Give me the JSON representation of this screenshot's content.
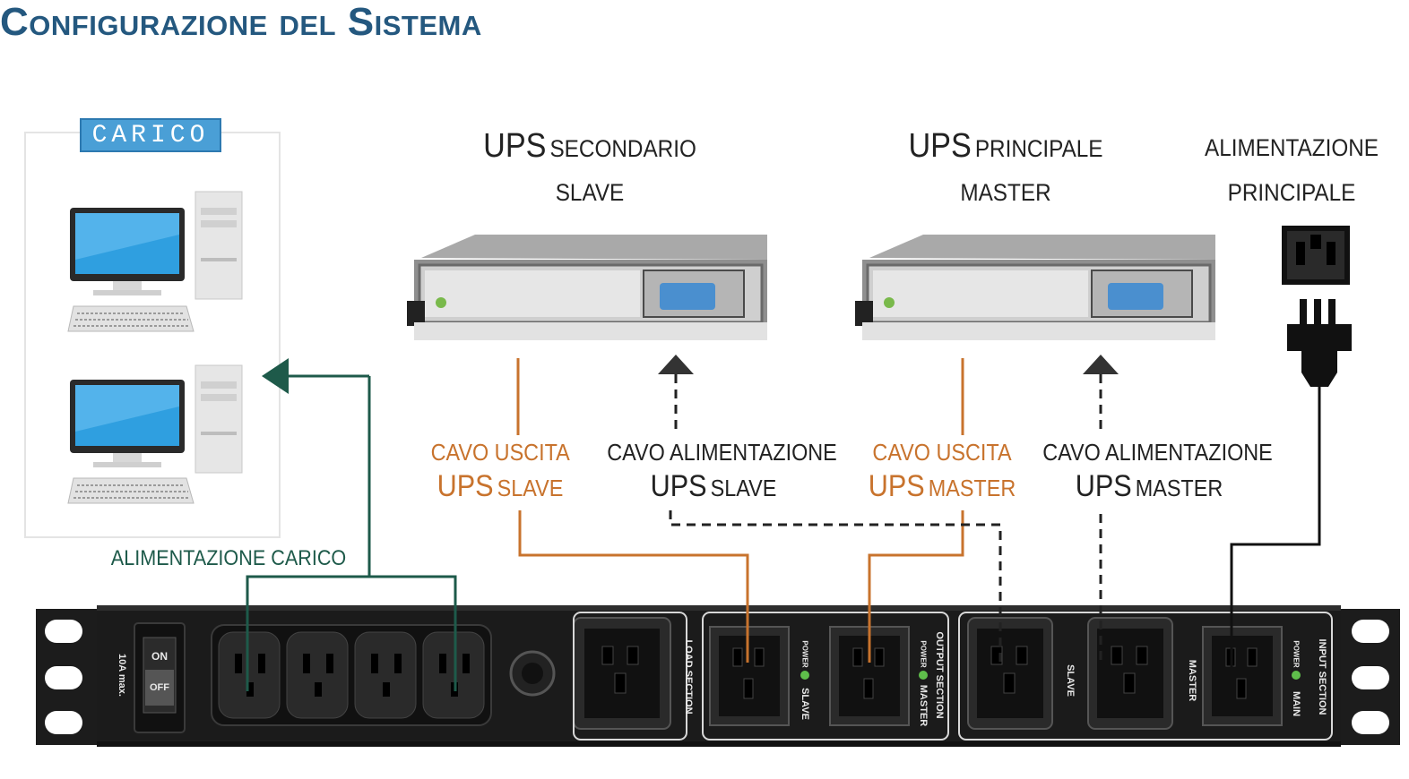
{
  "title": "Configurazione del Sistema",
  "load": {
    "badge": "CARICO",
    "supply_label": "ALIMENTAZIONE CARICO"
  },
  "ups_slave": {
    "title_big": "UPS",
    "title_small": "SECONDARIO",
    "subtitle": "SLAVE"
  },
  "ups_master": {
    "title_big": "UPS",
    "title_small": "PRINCIPALE",
    "subtitle": "MASTER"
  },
  "mains": {
    "line1": "ALIMENTAZIONE",
    "line2": "PRINCIPALE"
  },
  "cables": {
    "slave_output_line1": "CAVO USCITA",
    "slave_output_big": "UPS",
    "slave_output_small": "SLAVE",
    "slave_power_line1": "CAVO ALIMENTAZIONE",
    "slave_power_big": "UPS",
    "slave_power_small": "SLAVE",
    "master_output_line1": "CAVO USCITA",
    "master_output_big": "UPS",
    "master_output_small": "MASTER",
    "master_power_line1": "CAVO ALIMENTAZIONE",
    "master_power_big": "UPS",
    "master_power_small": "MASTER"
  },
  "panel": {
    "rating": "10A max.",
    "switch_on": "ON",
    "switch_off": "OFF",
    "load_section": "LOAD SECTION",
    "output_section": "OUTPUT SECTION",
    "input_section": "INPUT SECTION",
    "power": "POWER",
    "slave": "SLAVE",
    "master": "MASTER",
    "main": "MAIN"
  },
  "colors": {
    "title": "#24587f",
    "output_cable": "#c8732d",
    "load_cable": "#1e5a4a",
    "panel": "#1c1c1c"
  }
}
